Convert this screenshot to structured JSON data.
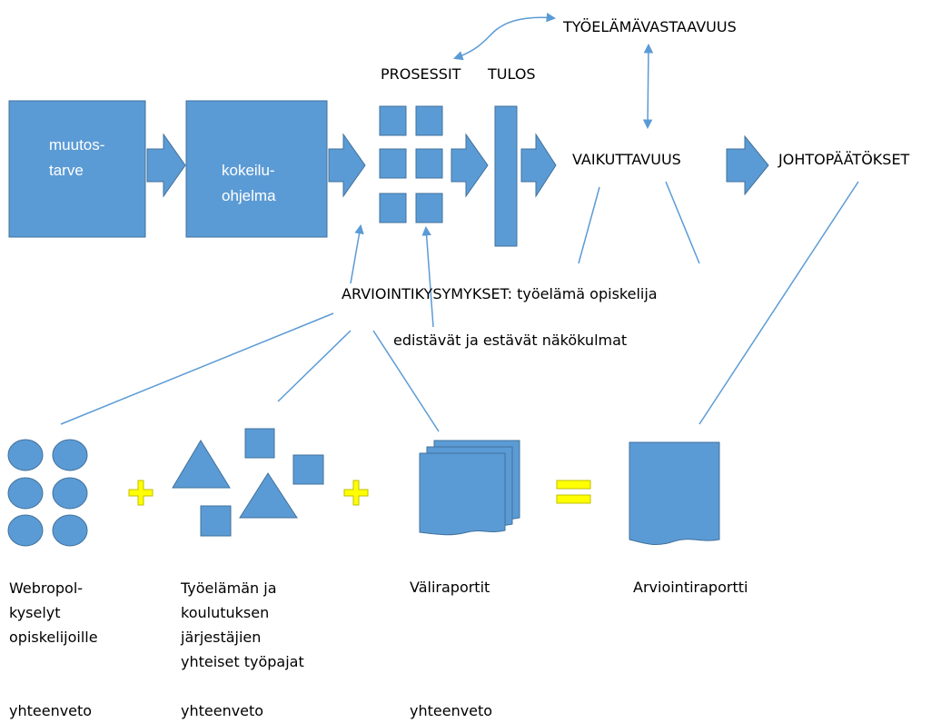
{
  "colors": {
    "shape_fill": "#5b9bd5",
    "shape_stroke": "#41719c",
    "line": "#5b9bd5",
    "plus_fill": "#ffff00",
    "plus_stroke": "#bfbf00"
  },
  "top": {
    "box1_line1": "muutos-",
    "box1_line2": "tarve",
    "box2_line1": "kokeilu-",
    "box2_line2": "ohjelma",
    "prosessit": "PROSESSIT",
    "tulos": "TULOS",
    "tyoelamavastaavuus": "TYÖELÄMÄVASTAAVUUS",
    "vaikuttavuus": "VAIKUTTAVUUS",
    "johtopaatokset": "JOHTOPÄÄTÖKSET"
  },
  "middle": {
    "arviointikysymykset": "ARVIOINTIKYSYMYKSET: työelämä  opiskelija",
    "nakokulmat": "edistävät ja estävät näkökulmat"
  },
  "bottom": {
    "webropol": [
      "Webropol-",
      "kyselyt",
      "opiskelijoille"
    ],
    "tyopajat": [
      "Työelämän ja",
      "koulutuksen",
      "järjestäjien",
      "yhteiset työpajat"
    ],
    "valiraportit": "Väliraportit",
    "arviointiraportti": "Arviointiraportti",
    "yhteenveto1": "yhteenveto",
    "yhteenveto2": "yhteenveto",
    "yhteenveto3": "yhteenveto"
  }
}
